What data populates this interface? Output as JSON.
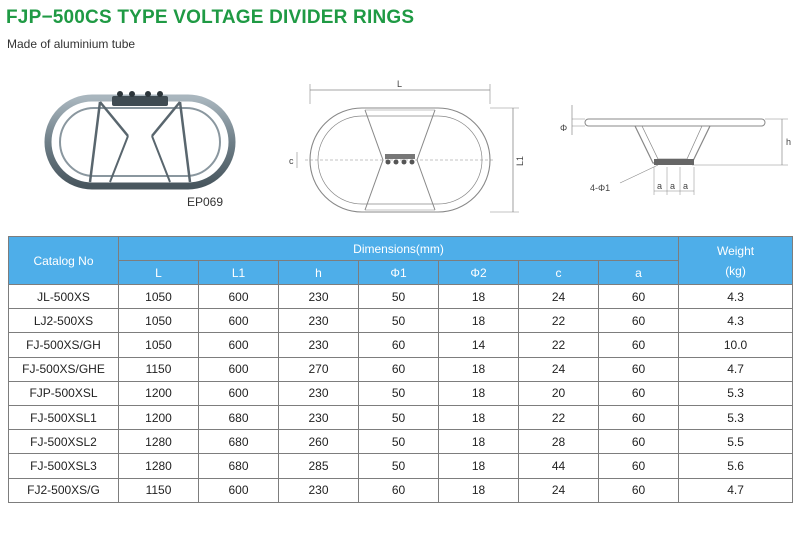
{
  "header": {
    "title": "FJP−500CS TYPE VOLTAGE DIVIDER RINGS",
    "subtitle": "Made of aluminium tube"
  },
  "photo": {
    "code": "EP069"
  },
  "drawing_top": {
    "label_L": "L",
    "label_L1": "L1",
    "label_c": "c"
  },
  "drawing_side": {
    "label_phi": "Φ",
    "label_h": "h",
    "label_4phi1": "4-Φ1",
    "label_a1": "a",
    "label_a2": "a",
    "label_a3": "a"
  },
  "table": {
    "catalog_header": "Catalog No",
    "dimensions_header": "Dimensions(mm)",
    "weight_header": "Weight",
    "weight_unit": "(kg)",
    "columns": [
      "L",
      "L1",
      "h",
      "Φ1",
      "Φ2",
      "c",
      "a"
    ],
    "rows": [
      {
        "catalog": "JL-500XS",
        "L": "1050",
        "L1": "600",
        "h": "230",
        "phi1": "50",
        "phi2": "18",
        "c": "24",
        "a": "60",
        "weight": "4.3"
      },
      {
        "catalog": "LJ2-500XS",
        "L": "1050",
        "L1": "600",
        "h": "230",
        "phi1": "50",
        "phi2": "18",
        "c": "22",
        "a": "60",
        "weight": "4.3"
      },
      {
        "catalog": "FJ-500XS/GH",
        "L": "1050",
        "L1": "600",
        "h": "230",
        "phi1": "60",
        "phi2": "14",
        "c": "22",
        "a": "60",
        "weight": "10.0"
      },
      {
        "catalog": "FJ-500XS/GHE",
        "L": "1150",
        "L1": "600",
        "h": "270",
        "phi1": "60",
        "phi2": "18",
        "c": "24",
        "a": "60",
        "weight": "4.7"
      },
      {
        "catalog": "FJP-500XSL",
        "L": "1200",
        "L1": "600",
        "h": "230",
        "phi1": "50",
        "phi2": "18",
        "c": "20",
        "a": "60",
        "weight": "5.3"
      },
      {
        "catalog": "FJ-500XSL1",
        "L": "1200",
        "L1": "680",
        "h": "230",
        "phi1": "50",
        "phi2": "18",
        "c": "22",
        "a": "60",
        "weight": "5.3"
      },
      {
        "catalog": "FJ-500XSL2",
        "L": "1280",
        "L1": "680",
        "h": "260",
        "phi1": "50",
        "phi2": "18",
        "c": "28",
        "a": "60",
        "weight": "5.5"
      },
      {
        "catalog": "FJ-500XSL3",
        "L": "1280",
        "L1": "680",
        "h": "285",
        "phi1": "50",
        "phi2": "18",
        "c": "44",
        "a": "60",
        "weight": "5.6"
      },
      {
        "catalog": "FJ2-500XS/G",
        "L": "1150",
        "L1": "600",
        "h": "230",
        "phi1": "60",
        "phi2": "18",
        "c": "24",
        "a": "60",
        "weight": "4.7"
      }
    ]
  }
}
